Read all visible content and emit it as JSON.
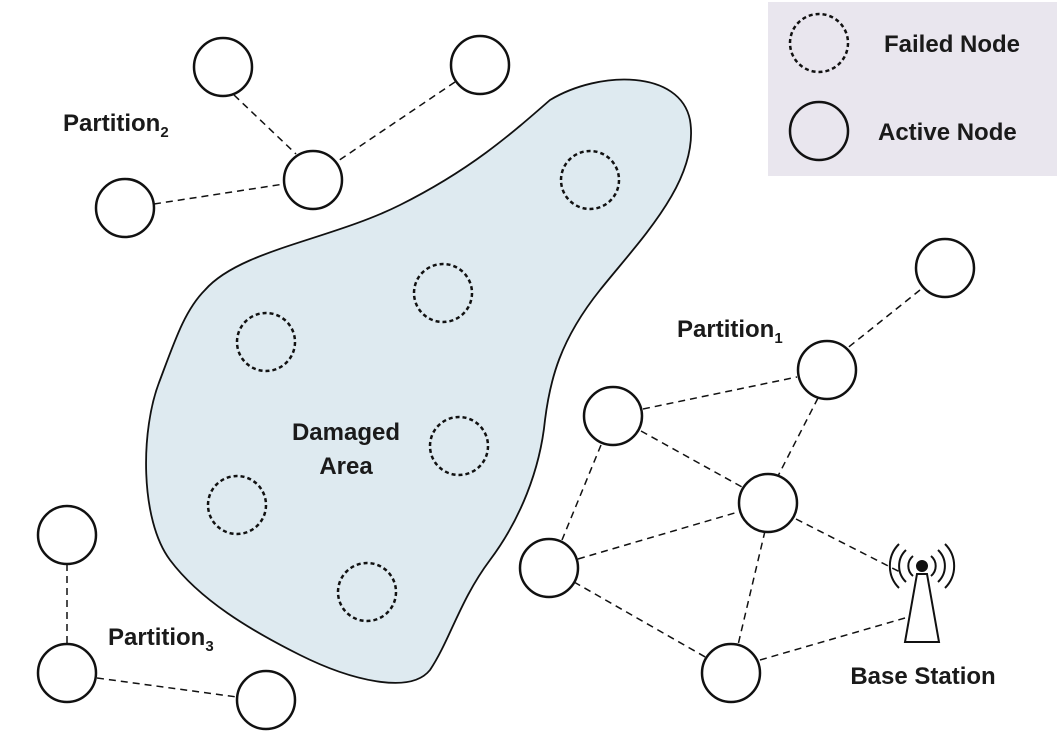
{
  "legend": {
    "failed_label": "Failed Node",
    "active_label": "Active Node",
    "background": "#e9e6ee"
  },
  "damaged_area": {
    "line1": "Damaged",
    "line2": "Area",
    "fill": "#deeaf0"
  },
  "partitions": [
    {
      "name": "Partition",
      "subscript": "2"
    },
    {
      "name": "Partition",
      "subscript": "1"
    },
    {
      "name": "Partition",
      "subscript": "3"
    }
  ],
  "base_station": {
    "label": "Base Station"
  },
  "colors": {
    "stroke": "#111111"
  }
}
